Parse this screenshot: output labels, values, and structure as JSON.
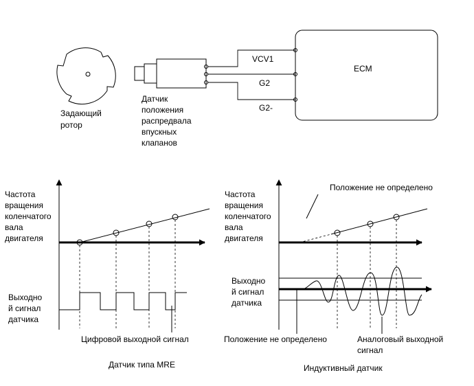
{
  "ecm_label": "ECM",
  "wires": [
    "VCV1",
    "G2",
    "G2-"
  ],
  "rotor_label": [
    "Задающий",
    "ротор"
  ],
  "sensor_label": [
    "Датчик",
    "положения",
    "распредвала",
    "впускных",
    "клапанов"
  ],
  "left_panel": {
    "y_label_top": [
      "Частота",
      "вращения",
      "коленчатого",
      "вала",
      "двигателя"
    ],
    "y_label_bottom": [
      "Выходно",
      "й сигнал",
      "датчика"
    ],
    "callout": "Цифровой выходной сигнал",
    "caption": "Датчик типа MRE"
  },
  "right_panel": {
    "y_label_top": [
      "Частота",
      "вращения",
      "коленчатого",
      "вала",
      "двигателя"
    ],
    "y_label_bottom": [
      "Выходно",
      "й сигнал",
      "датчика"
    ],
    "callout_top": "Положение не определено",
    "callout_bottom_left": "Положение не определено",
    "callout_bottom_right": [
      "Аналоговый выходной",
      "сигнал"
    ],
    "caption": "Индуктивный датчик"
  }
}
